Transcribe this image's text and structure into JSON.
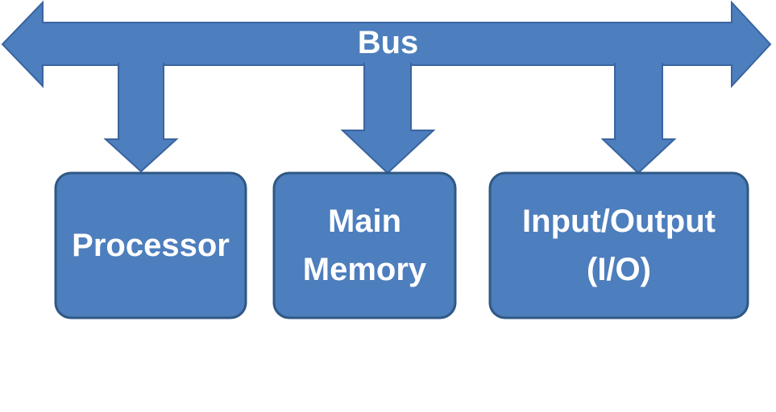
{
  "colors": {
    "shape_fill": "#4d7ebd",
    "bus_border": "#3a64a0",
    "box_border": "#2f5884",
    "label_text": "#ffffff",
    "background": "#ffffff"
  },
  "bus": {
    "label": "Bus"
  },
  "components": [
    {
      "label": "Processor"
    },
    {
      "label": "Main Memory"
    },
    {
      "label": "Input/Output (I/O)"
    }
  ]
}
